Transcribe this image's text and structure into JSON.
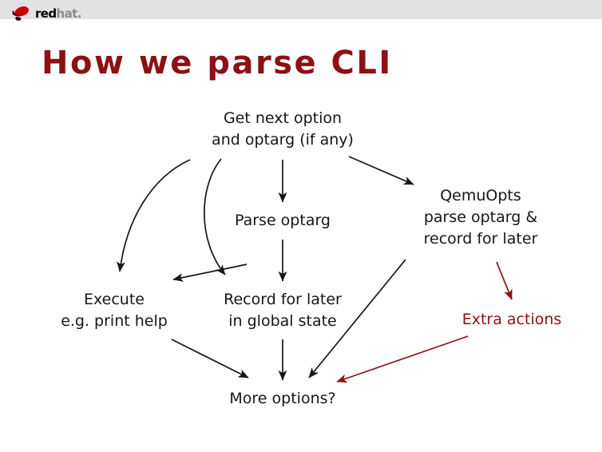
{
  "header": {
    "logo_name": "redhat-logo",
    "wordmark_red": "red",
    "wordmark_hat": "hat",
    "wordmark_dot": ".",
    "bar_color": "#e2e2e2"
  },
  "slide": {
    "title": "How we parse CLI",
    "title_color": "#8b1114",
    "accent_color": "#8b1114",
    "ink_color": "#161616",
    "background": "#ffffff"
  },
  "diagram": {
    "nodes": [
      {
        "id": "get-next-option",
        "lines": [
          "Get next option",
          "and optarg (if any)"
        ],
        "color": "#161616"
      },
      {
        "id": "parse-optarg",
        "lines": [
          "Parse optarg"
        ],
        "color": "#161616"
      },
      {
        "id": "qemuopts",
        "lines": [
          "QemuOpts",
          "parse optarg &",
          "record for later"
        ],
        "color": "#161616"
      },
      {
        "id": "execute",
        "lines": [
          "Execute",
          "e.g. print help"
        ],
        "color": "#161616"
      },
      {
        "id": "record-for-later",
        "lines": [
          "Record for later",
          "in global state"
        ],
        "color": "#161616"
      },
      {
        "id": "extra-actions",
        "lines": [
          "Extra actions"
        ],
        "color": "#8b1114"
      },
      {
        "id": "more-options",
        "lines": [
          "More options?"
        ],
        "color": "#161616"
      }
    ],
    "edges": [
      {
        "from": "get-next-option",
        "to": "execute",
        "style": "curved",
        "color": "#161616"
      },
      {
        "from": "get-next-option",
        "to": "record-for-later",
        "style": "curved",
        "color": "#161616"
      },
      {
        "from": "get-next-option",
        "to": "parse-optarg",
        "style": "straight",
        "color": "#161616"
      },
      {
        "from": "get-next-option",
        "to": "qemuopts",
        "style": "straight",
        "color": "#161616"
      },
      {
        "from": "parse-optarg",
        "to": "execute",
        "style": "straight",
        "color": "#161616"
      },
      {
        "from": "parse-optarg",
        "to": "record-for-later",
        "style": "straight",
        "color": "#161616"
      },
      {
        "from": "qemuopts",
        "to": "extra-actions",
        "style": "straight",
        "color": "#8b1114"
      },
      {
        "from": "qemuopts",
        "to": "more-options",
        "style": "straight",
        "color": "#161616"
      },
      {
        "from": "extra-actions",
        "to": "more-options",
        "style": "straight",
        "color": "#8b1114"
      },
      {
        "from": "execute",
        "to": "more-options",
        "style": "straight",
        "color": "#161616"
      },
      {
        "from": "record-for-later",
        "to": "more-options",
        "style": "straight",
        "color": "#161616"
      }
    ]
  },
  "node_text": {
    "get_next_line1": "Get next option",
    "get_next_line2": "and optarg (if any)",
    "parse_line1": "Parse optarg",
    "qemuopts_line1": "QemuOpts",
    "qemuopts_line2": "parse optarg &",
    "qemuopts_line3": "record for later",
    "execute_line1": "Execute",
    "execute_line2": "e.g. print help",
    "record_line1": "Record for later",
    "record_line2": "in global state",
    "extra_line1": "Extra actions",
    "more_line1": "More options?"
  }
}
